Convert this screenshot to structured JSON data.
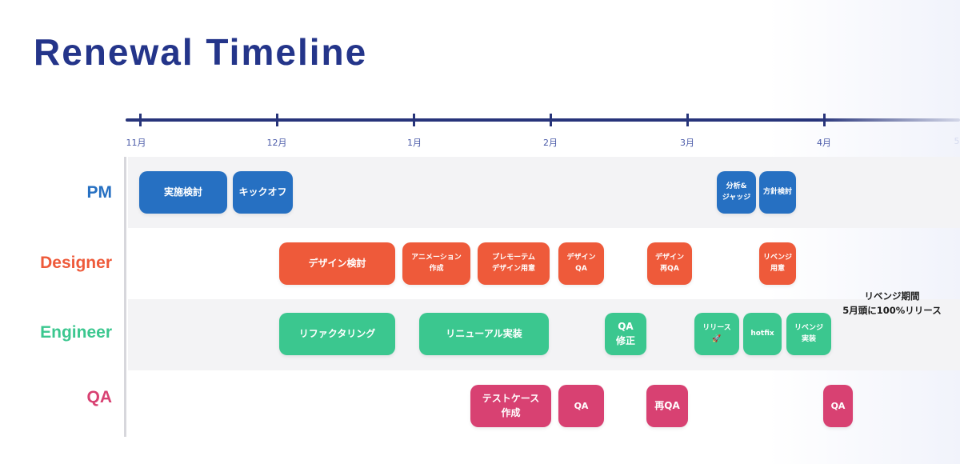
{
  "title": "Renewal Timeline",
  "colors": {
    "pm": "#2670c2",
    "designer": "#ee5a3a",
    "engineer": "#3bc78f",
    "qa": "#d84172",
    "axis": "#27347a"
  },
  "months": [
    "11月",
    "12月",
    "1月",
    "2月",
    "3月",
    "4月",
    "5"
  ],
  "roles": {
    "pm": "PM",
    "designer": "Designer",
    "engineer": "Engineer",
    "qa": "QA"
  },
  "tasks": {
    "pm": [
      "実施検討",
      "キックオフ",
      "分析&\nジャッジ",
      "方針検討"
    ],
    "designer": [
      "デザイン検討",
      "アニメーション\n作成",
      "プレモーテム\nデザイン用意",
      "デザイン\nQA",
      "デザイン\n再QA",
      "リベンジ\n用意"
    ],
    "engineer": [
      "リファクタリング",
      "リニューアル実装",
      "QA\n修正",
      "リリース\n🚀",
      "hotfix",
      "リベンジ\n実装"
    ],
    "qa": [
      "テストケース\n作成",
      "QA",
      "再QA",
      "QA"
    ]
  },
  "note": "リベンジ期間\n5月頭に100%リリース"
}
